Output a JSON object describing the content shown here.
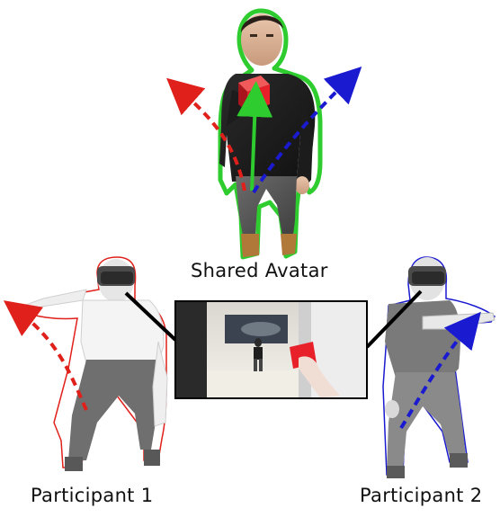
{
  "labels": {
    "shared_avatar": "Shared Avatar",
    "participant_1": "Participant 1",
    "participant_2": "Participant 2"
  },
  "colors": {
    "participant_1": "#e0201a",
    "participant_2": "#1a1ad0",
    "avatar_outline": "#2ecc2e",
    "connector": "#000000",
    "cube": "#e8202a"
  },
  "icons": [
    "shared-avatar-figure",
    "participant-1-figure",
    "participant-2-figure",
    "vr-headset-icon",
    "red-cube-icon",
    "headset-view-thumbnail"
  ]
}
